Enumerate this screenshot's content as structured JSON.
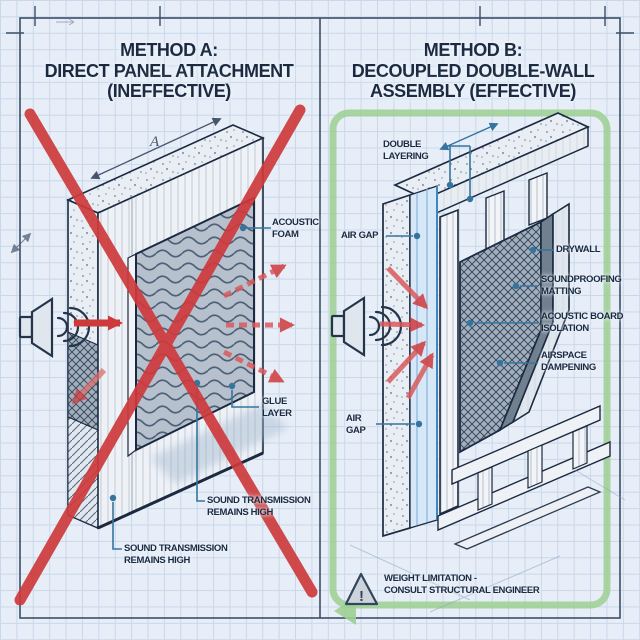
{
  "colors": {
    "ink": "#1b2a40",
    "accent_red": "#ce3a3c",
    "leader_blue": "#35749f",
    "green_border": "#9ccf92",
    "paper": "#e7eef8",
    "grid_line": "#c9d8ea"
  },
  "icons": {
    "speaker": "sound-source speaker with sound waves",
    "warning": "warning triangle with exclamation mark",
    "prohibition": "large red X cross-out",
    "arrows": "red sound transmission arrows"
  },
  "left_panel": {
    "title": [
      "METHOD A:",
      "DIRECT PANEL ATTACHMENT",
      "(INEFFECTIVE)"
    ],
    "dimension_label": "A",
    "labels": {
      "acoustic_foam": [
        "ACOUSTIC",
        "FOAM"
      ],
      "glue_layer": [
        "GLUE",
        "LAYER"
      ],
      "sound_transmission_upper": [
        "SOUND TRANSMISSION",
        "REMAINS HIGH"
      ],
      "sound_transmission_lower": [
        "SOUND TRANSMISSION",
        "REMAINS HIGH"
      ]
    }
  },
  "right_panel": {
    "title": [
      "METHOD B:",
      "DECOUPLED DOUBLE-WALL",
      "ASSEMBLY (EFFECTIVE)"
    ],
    "labels": {
      "double_layering": [
        "DOUBLE",
        "LAYERING"
      ],
      "air_gap_upper": [
        "AIR GAP"
      ],
      "air_gap_lower": [
        "AIR",
        "GAP"
      ],
      "drywall": [
        "DRYWALL"
      ],
      "soundproofing_matting": [
        "SOUNDPROOFING",
        "MATTING"
      ],
      "acoustic_board_isolation": [
        "ACOUSTIC BOARD",
        "ISOLATION"
      ],
      "airspace_dampening": [
        "AIRSPACE",
        "DAMPENING"
      ]
    },
    "warning": {
      "mark": "!",
      "lines": [
        "WEIGHT LIMITATION -",
        "CONSULT STRUCTURAL ENGINEER"
      ]
    }
  }
}
